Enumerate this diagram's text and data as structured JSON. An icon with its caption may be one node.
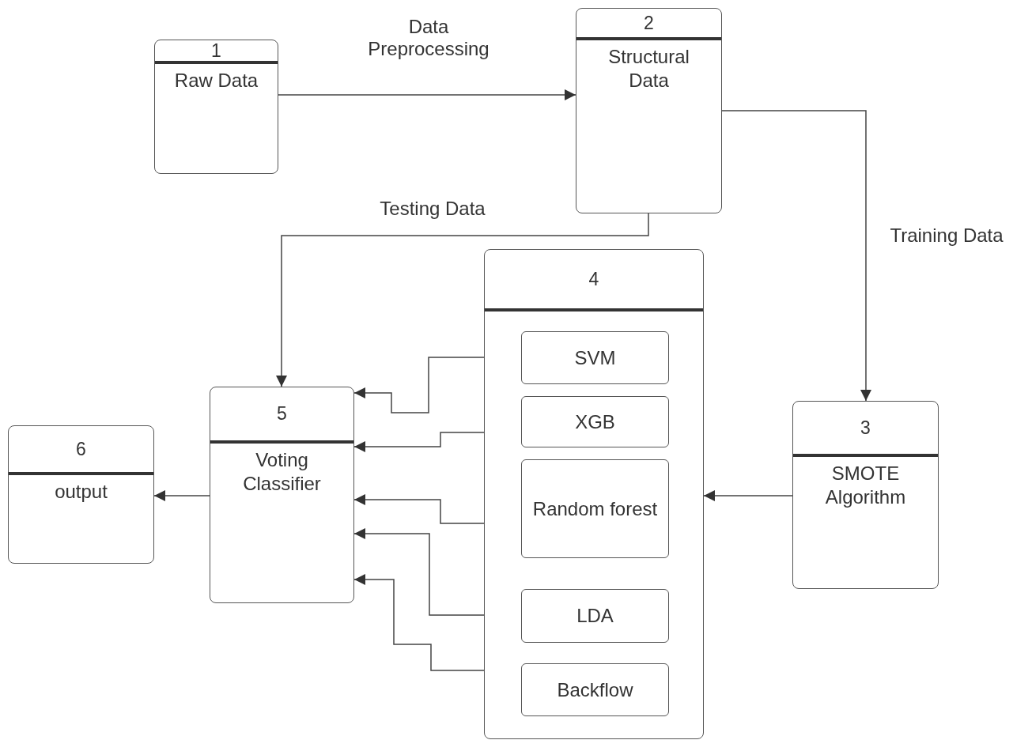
{
  "diagram": {
    "nodes": [
      {
        "text": [
          "1",
          "Raw Data"
        ]
      },
      {
        "text": [
          "2",
          "Structural Data"
        ]
      },
      {
        "text": [
          "3",
          "SMOTE Algorithm"
        ]
      },
      {
        "text": [
          "4"
        ]
      },
      {
        "text": [
          "SVM"
        ],
        "in": 3
      },
      {
        "text": [
          "XGB"
        ],
        "in": 3
      },
      {
        "text": [
          "Random forest"
        ],
        "in": 3
      },
      {
        "text": [
          "LDA"
        ],
        "in": 3
      },
      {
        "text": [
          "Backflow"
        ],
        "in": 3
      },
      {
        "text": [
          "5",
          "Voting Classifier"
        ]
      },
      {
        "text": [
          "6",
          "output"
        ]
      }
    ],
    "edges": [
      {
        "from": 0,
        "to": 1,
        "arrow": "to",
        "label": "Data Preprocessing"
      },
      {
        "from": 1,
        "to": 2,
        "arrow": "to",
        "label": "Training Data"
      },
      {
        "from": 1,
        "to": 9,
        "arrow": "to",
        "label": "Testing Data"
      },
      {
        "from": 2,
        "to": 3,
        "arrow": "to"
      },
      {
        "from": 3,
        "to": 9,
        "arrow": "to"
      },
      {
        "from": 3,
        "to": 9,
        "arrow": "to"
      },
      {
        "from": 3,
        "to": 9,
        "arrow": "to"
      },
      {
        "from": 3,
        "to": 9,
        "arrow": "to"
      },
      {
        "from": 3,
        "to": 9,
        "arrow": "to"
      },
      {
        "from": 9,
        "to": 10,
        "arrow": "to"
      }
    ]
  }
}
